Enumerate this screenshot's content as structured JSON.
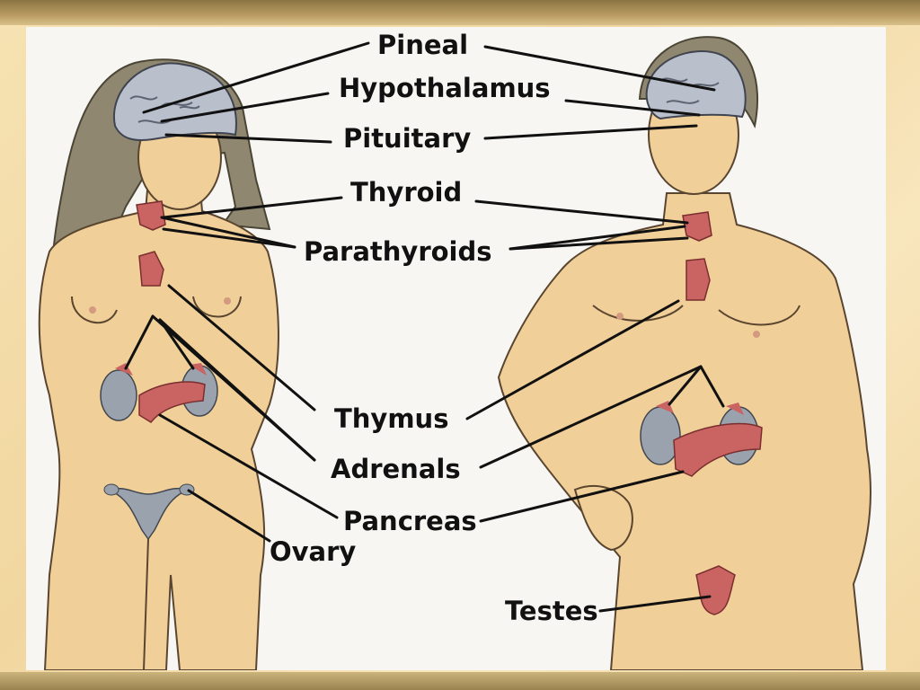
{
  "diagram": {
    "labels": {
      "pineal": "Pineal",
      "hypothalamus": "Hypothalamus",
      "pituitary": "Pituitary",
      "thyroid": "Thyroid",
      "parathyroids": "Parathyroids",
      "thymus": "Thymus",
      "adrenals": "Adrenals",
      "pancreas": "Pancreas",
      "ovary": "Ovary",
      "testes": "Testes"
    }
  },
  "colors": {
    "skin": "#f1cf98",
    "skin_shadow": "#e4b57d",
    "hair": "#8f8770",
    "brain": "#b9c0cc",
    "gland_red": "#c96463",
    "kidney": "#9aa2ad",
    "background_panel": "#f7f6f3",
    "slide_gold": "#f1d69f"
  }
}
